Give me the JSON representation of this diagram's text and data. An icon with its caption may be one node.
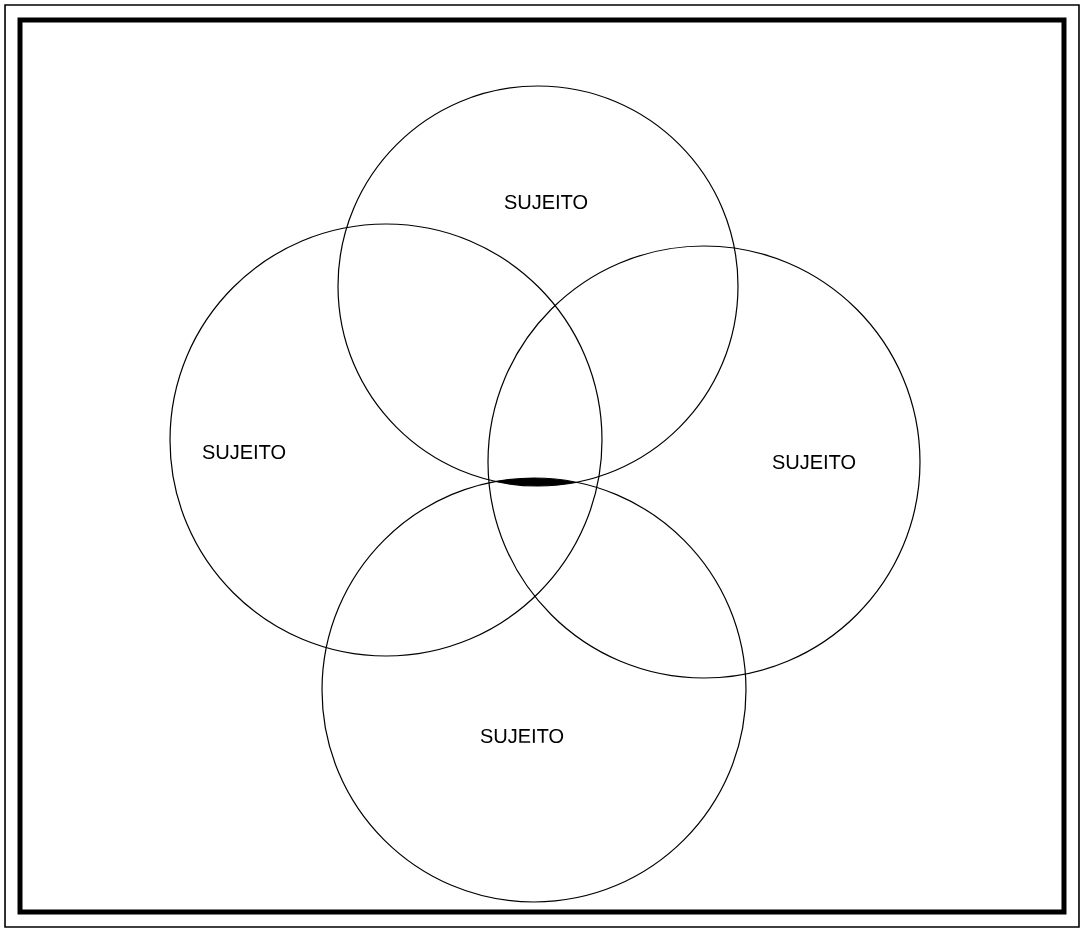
{
  "diagram": {
    "nodes": [
      {
        "text": [
          "SUJEITO"
        ]
      },
      {
        "text": [
          "SUJEITO"
        ]
      },
      {
        "text": [
          "SUJEITO"
        ]
      },
      {
        "text": [
          "SUJEITO"
        ]
      }
    ]
  }
}
